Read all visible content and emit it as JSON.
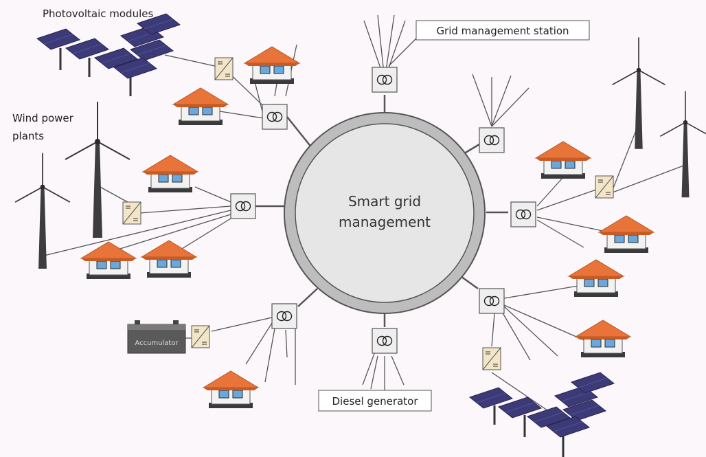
{
  "labels": {
    "photovoltaic": "Photovoltaic modules",
    "wind_line1": "Wind power",
    "wind_line2": "plants",
    "grid_station": "Grid management station",
    "center_line1": "Smart grid",
    "center_line2": "management",
    "diesel": "Diesel generator",
    "accumulator": "Accumulator"
  },
  "colors": {
    "background": "#fbf7fa",
    "roof": "#e9743a",
    "window": "#6aa8dc",
    "house_wall": "#f2f2f2",
    "panel": "#3d3a78",
    "ring_outer": "#bdbdbd",
    "ring_inner": "#e6e6e6",
    "inverter": "#f3e6c8"
  }
}
